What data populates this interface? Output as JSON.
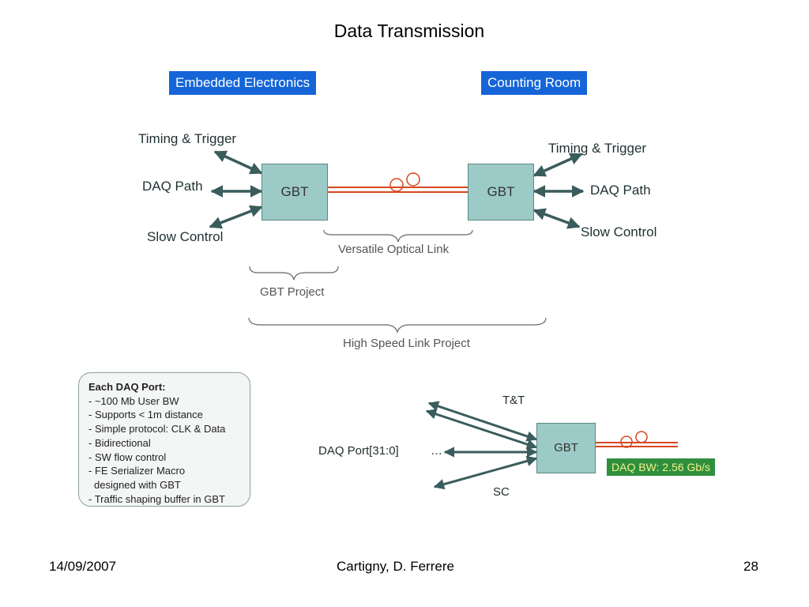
{
  "title": "Data Transmission",
  "header_left": "Embedded Electronics",
  "header_right": "Counting Room",
  "gbt_label": "GBT",
  "left_labels": {
    "timing": "Timing & Trigger",
    "daq": "DAQ Path",
    "slow": "Slow Control"
  },
  "right_labels": {
    "timing": "Timing & Trigger",
    "daq": "DAQ Path",
    "slow": "Slow Control"
  },
  "braces": {
    "versatile": "Versatile Optical Link",
    "gbt_project": "GBT Project",
    "high_speed": "High Speed Link Project"
  },
  "info_box": {
    "title": "Each DAQ Port:",
    "lines": [
      "- ~100 Mb User BW",
      "- Supports < 1m distance",
      "- Simple protocol: CLK & Data",
      "- Bidirectional",
      "- SW flow control",
      "- FE Serializer Macro",
      "  designed with GBT",
      "- Traffic shaping buffer in GBT"
    ]
  },
  "lower": {
    "tt": "T&T",
    "sc": "SC",
    "daq_port": "DAQ Port[31:0]",
    "ellipsis": "…",
    "gbt": "GBT",
    "bandwidth": "DAQ BW: 2.56 Gb/s"
  },
  "colors": {
    "header": "#1565d8",
    "gbt_box": "#9ccbc7",
    "arrow": "#3a5c5c",
    "fiber": "#d9471f",
    "bw_badge": "#2f8f3d",
    "bw_text": "#f4f18a"
  },
  "footer": {
    "date": "14/09/2007",
    "authors": "Cartigny, D. Ferrere",
    "page": "28"
  }
}
